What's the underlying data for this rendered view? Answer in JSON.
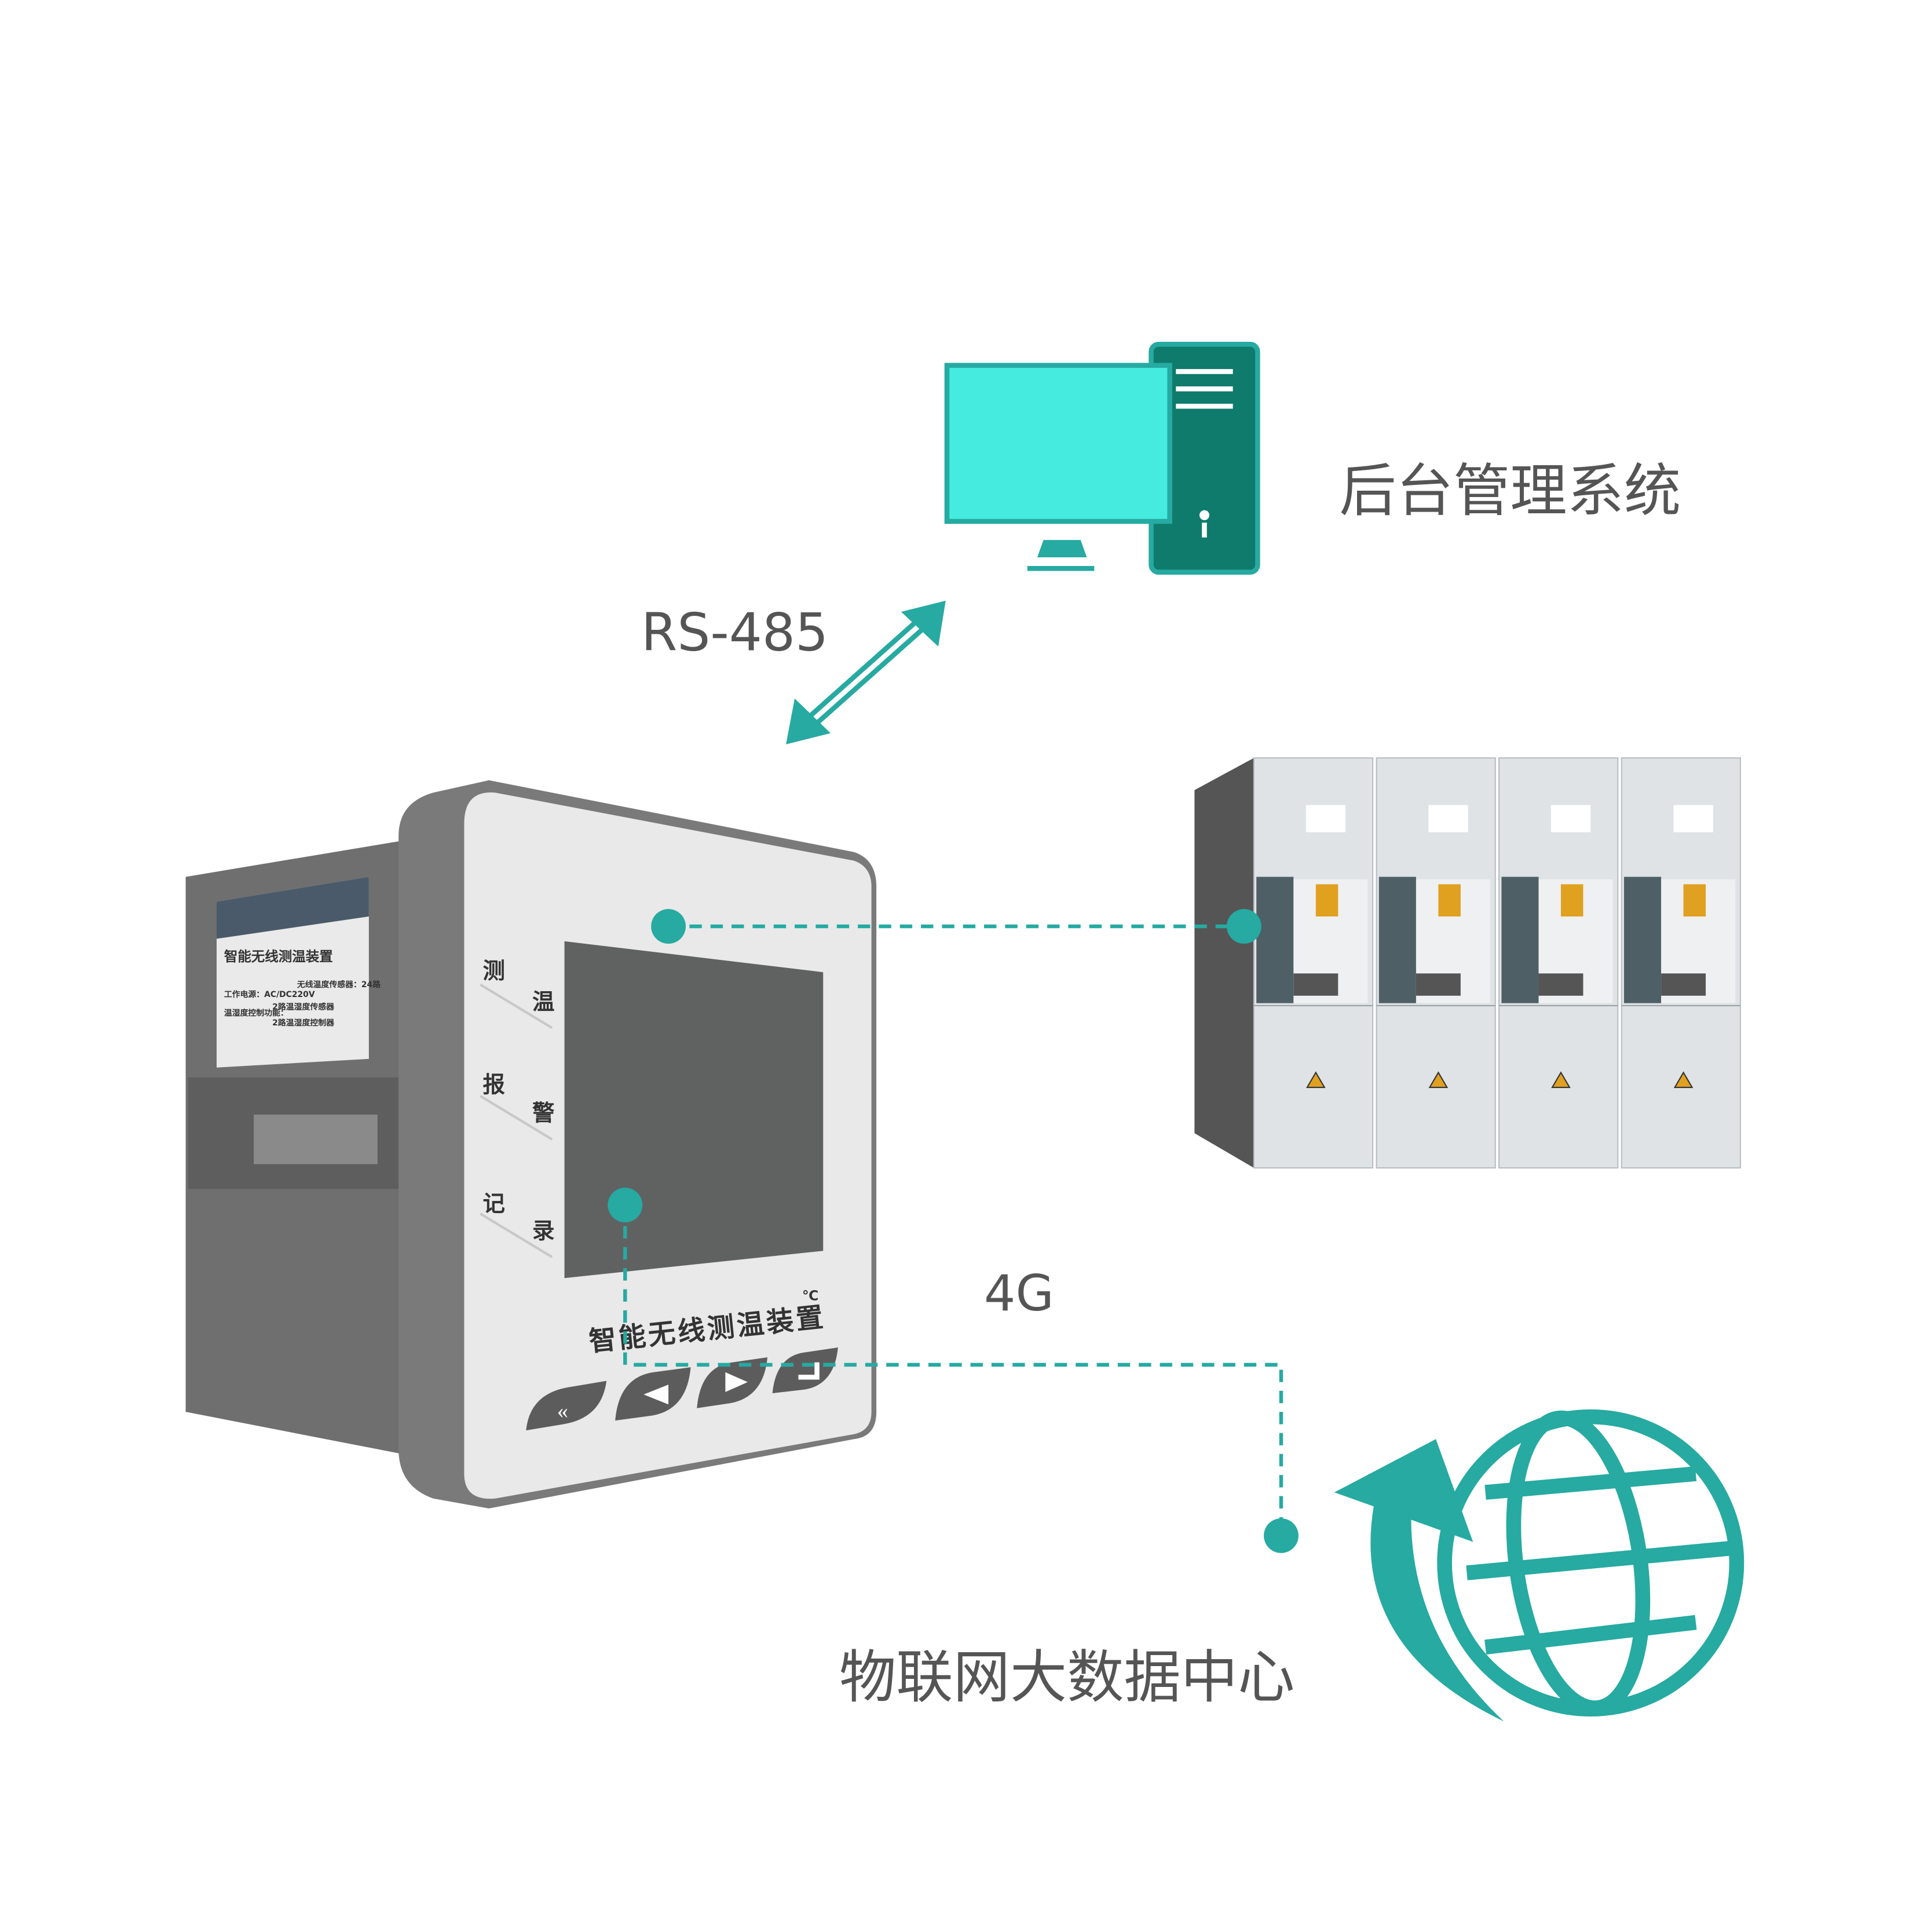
{
  "labels": {
    "backend_system": "后台管理系统",
    "protocol_rs485": "RS-485",
    "protocol_4g": "4G",
    "iot_center": "物联网大数据中心"
  },
  "device": {
    "front_title": "智能无线测温装置",
    "unit": "℃",
    "side_keys": [
      "测",
      "温",
      "报",
      "警",
      "记",
      "录"
    ],
    "buttons": [
      {
        "name": "back",
        "icon": "double-chevron-left-icon"
      },
      {
        "name": "left",
        "icon": "triangle-left-icon"
      },
      {
        "name": "right",
        "icon": "triangle-right-icon"
      },
      {
        "name": "enter",
        "icon": "enter-arrow-icon"
      }
    ],
    "nameplate": {
      "title": "智能无线测温装置",
      "power": "工作电源：AC/DC220V",
      "sensors": "无线温度传感器：24路",
      "control_label": "温湿度控制功能：",
      "control_1": "2路温湿度传感器",
      "control_2": "2路温湿度控制器"
    }
  },
  "colors": {
    "accent": "#26aaa1",
    "monitor_screen": "#45ebdf",
    "tower": "#0e7b6c",
    "text": "#555555"
  }
}
